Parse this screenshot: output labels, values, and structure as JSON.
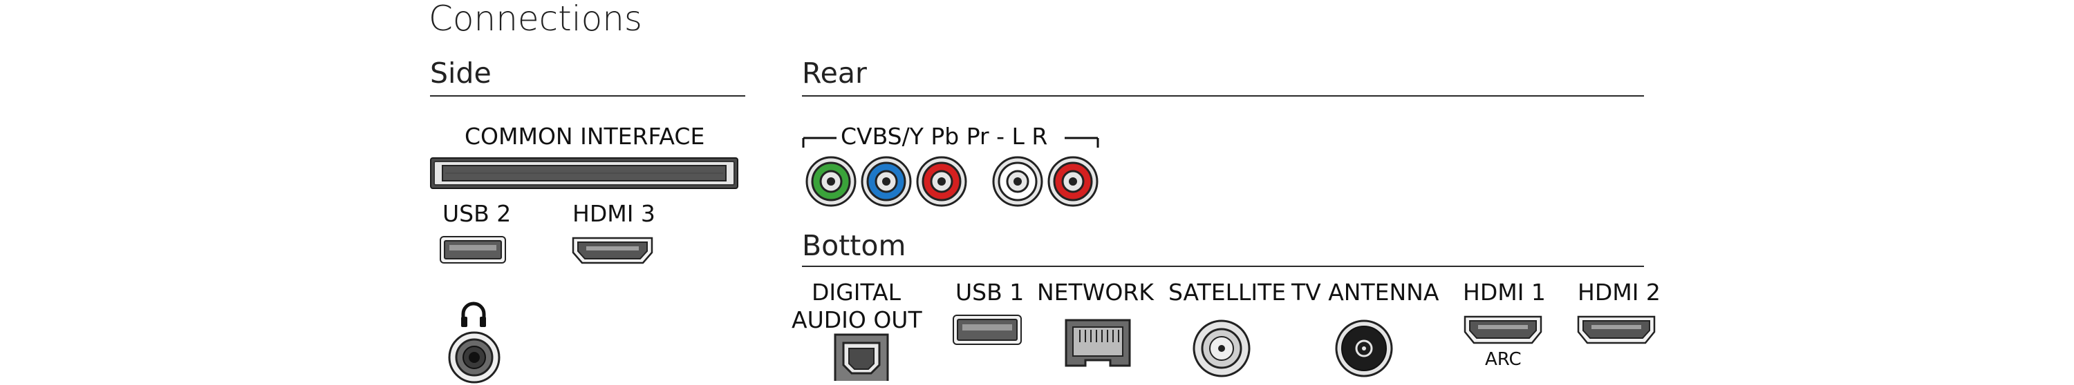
{
  "page_title": "Connections",
  "sections": {
    "side": "Side",
    "rear": "Rear",
    "bottom": "Bottom"
  },
  "side": {
    "common_interface": "COMMON INTERFACE",
    "usb2": "USB 2",
    "hdmi3": "HDMI 3",
    "headphone_icon": "headphones-icon"
  },
  "rear": {
    "av_bracket_label": "CVBS/Y Pb Pr - L R",
    "jacks": [
      {
        "name": "green-jack",
        "color": "#3aa33a"
      },
      {
        "name": "blue-jack",
        "color": "#1e78c8"
      },
      {
        "name": "red-jack",
        "color": "#d42020"
      },
      {
        "name": "white-jack",
        "color": "#ffffff"
      },
      {
        "name": "red-audio-jack",
        "color": "#d42020"
      }
    ]
  },
  "bottom": {
    "digital_audio_out_line1": "DIGITAL",
    "digital_audio_out_line2": "AUDIO OUT",
    "usb1": "USB 1",
    "network": "NETWORK",
    "satellite": "SATELLITE",
    "tv_antenna": "TV ANTENNA",
    "hdmi1": "HDMI 1",
    "hdmi1_sub": "ARC",
    "hdmi2": "HDMI 2"
  }
}
